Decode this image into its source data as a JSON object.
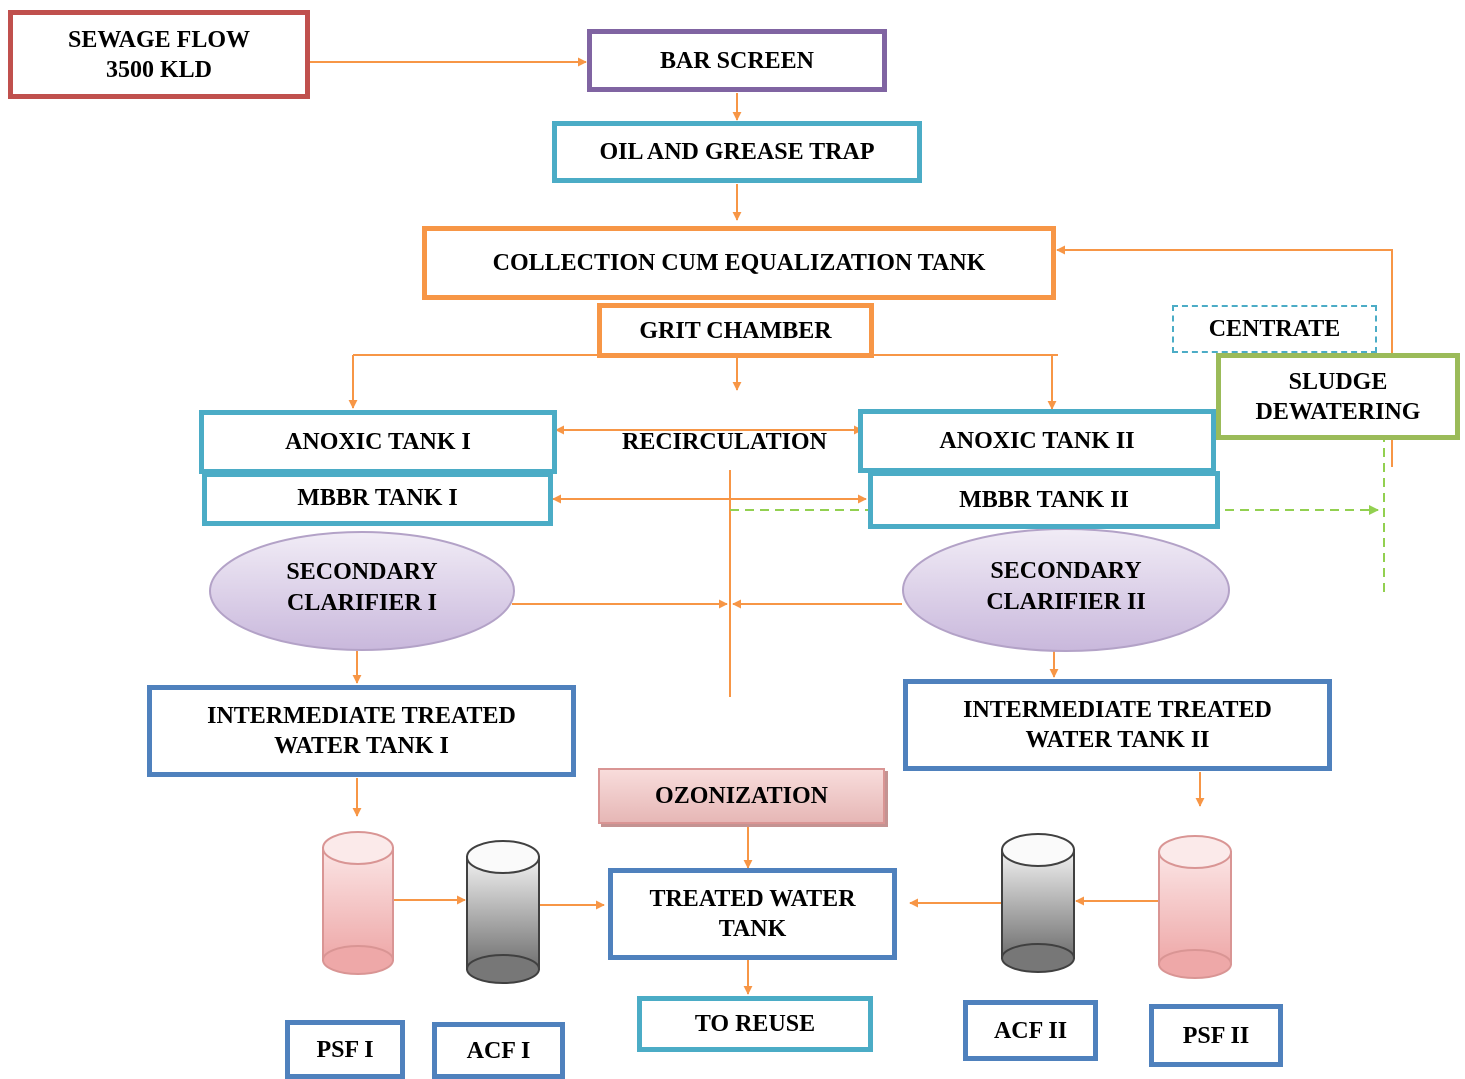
{
  "title": "",
  "nodes": {
    "sewage_flow": "SEWAGE FLOW\n3500 KLD",
    "bar_screen": "BAR SCREEN",
    "oil_grease_trap": "OIL AND GREASE TRAP",
    "collection_tank": "COLLECTION CUM EQUALIZATION TANK",
    "grit_chamber": "GRIT CHAMBER",
    "centrate": "CENTRATE",
    "sludge_dewatering": "SLUDGE DEWATERING",
    "anoxic_1": "ANOXIC TANK I",
    "anoxic_2": "ANOXIC TANK II",
    "recirculation": "RECIRCULATION",
    "mbbr_1": "MBBR TANK I",
    "mbbr_2": "MBBR TANK II",
    "clarifier_1": "SECONDARY CLARIFIER I",
    "clarifier_2": "SECONDARY CLARIFIER II",
    "intermediate_1": "INTERMEDIATE TREATED WATER TANK I",
    "intermediate_2": "INTERMEDIATE TREATED WATER TANK II",
    "ozonization": "OZONIZATION",
    "treated_water_tank": "TREATED WATER TANK",
    "to_reuse": "TO REUSE",
    "psf_1": "PSF I",
    "acf_1": "ACF I",
    "acf_2": "ACF II",
    "psf_2": "PSF II"
  },
  "colors": {
    "flow_arrow": "#f79646",
    "sludge_arrow": "#92d050",
    "red_border": "#c0504d",
    "purple_border": "#8064a2",
    "teal_border": "#4bacc6",
    "orange_border": "#f79646",
    "blue_border": "#4f81bd",
    "green_border": "#9bbb59",
    "clarifier_fill": "#e3d9ec",
    "psf_fill": "#f2c5c5",
    "acf_fill": "#a6a6a6"
  }
}
